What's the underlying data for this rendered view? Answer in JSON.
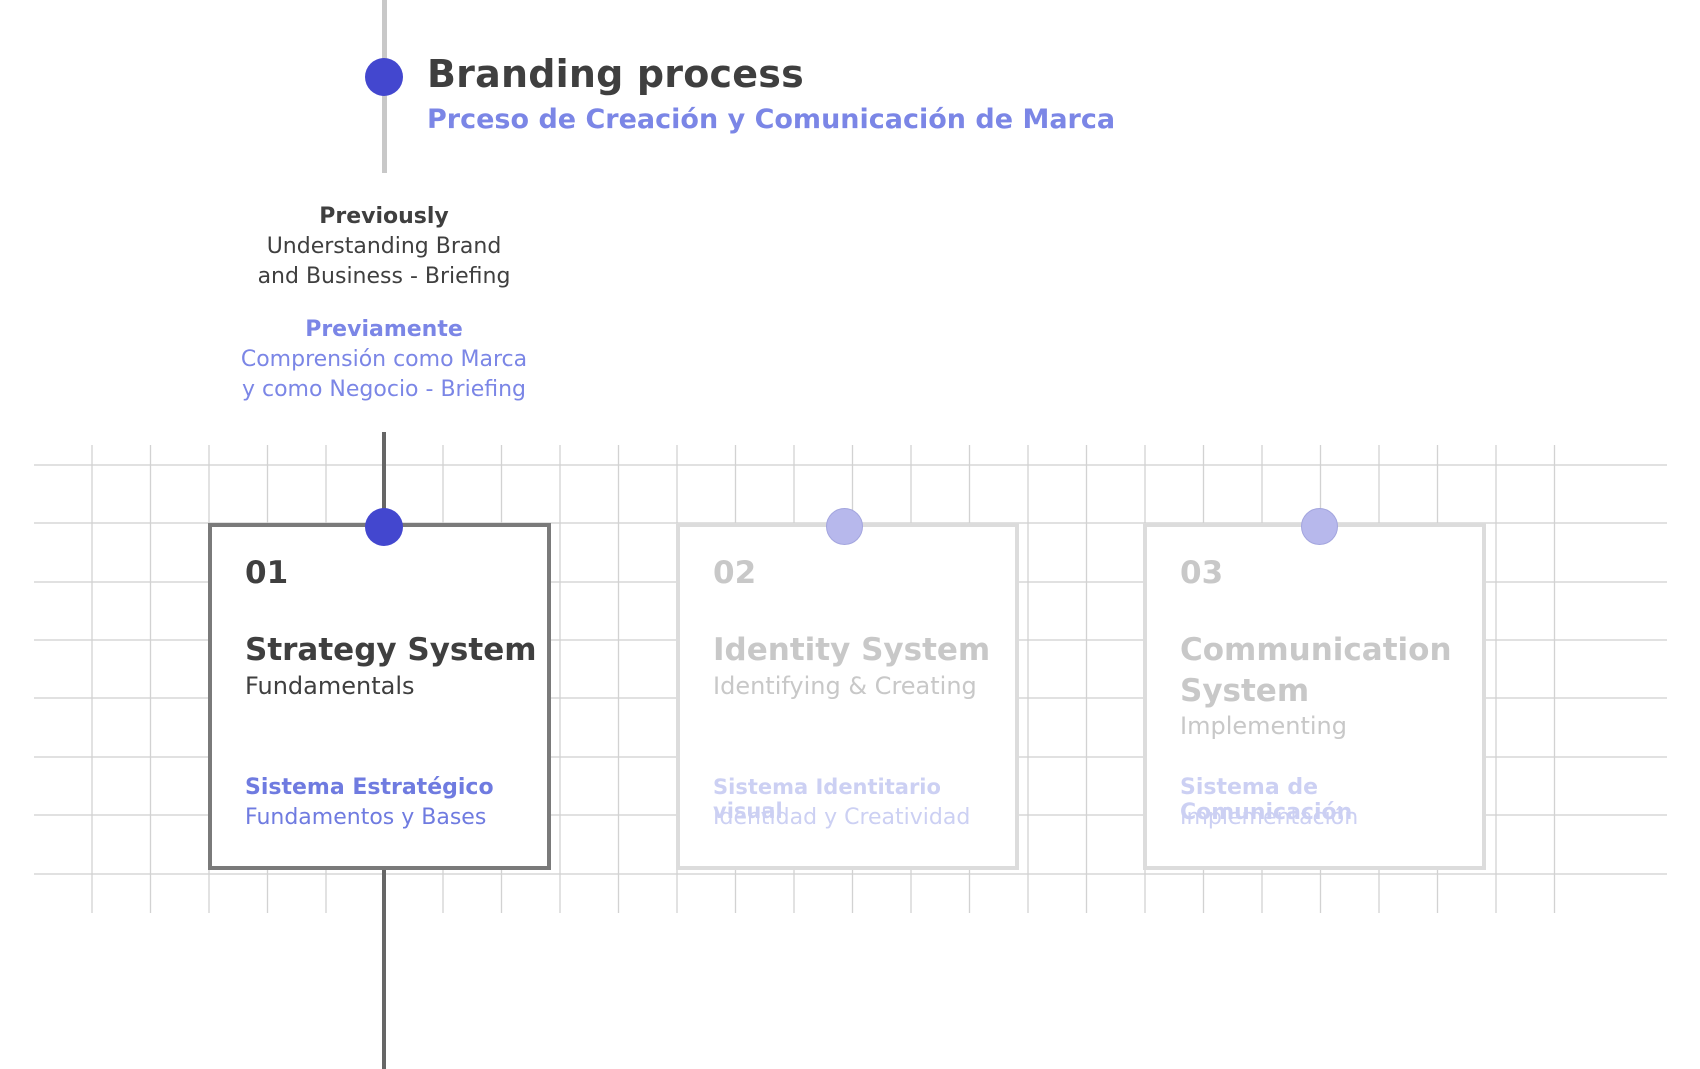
{
  "header": {
    "title": "Branding process",
    "subtitle": "Prceso de Creación y Comunicación de Marca"
  },
  "previously": {
    "heading_en": "Previously",
    "line1_en": "Understanding Brand",
    "line2_en": "and Business - Briefing",
    "heading_es": "Previamente",
    "line1_es": "Comprensión como Marca",
    "line2_es": "y como Negocio - Briefing"
  },
  "steps": [
    {
      "number": "01",
      "name": "Strategy System",
      "subtitle_en": "Fundamentals",
      "name_es": "Sistema Estratégico",
      "subtitle_es": "Fundamentos y Bases",
      "state": "active"
    },
    {
      "number": "02",
      "name": "Identity System",
      "subtitle_en": "Identifying & Creating",
      "name_es": "Sistema Identitario visual",
      "subtitle_es": "Identidad y Creatividad",
      "state": "upcoming"
    },
    {
      "number": "03",
      "name": "Communication System",
      "subtitle_en": "Implementing",
      "name_es": "Sistema de Comunicación",
      "subtitle_es": "Implementación",
      "state": "upcoming"
    }
  ],
  "colors": {
    "accent": "#4347cf",
    "accent_light": "#7b86e6",
    "text_dark": "#3f3f3f",
    "faded": "#c8c8c8"
  }
}
